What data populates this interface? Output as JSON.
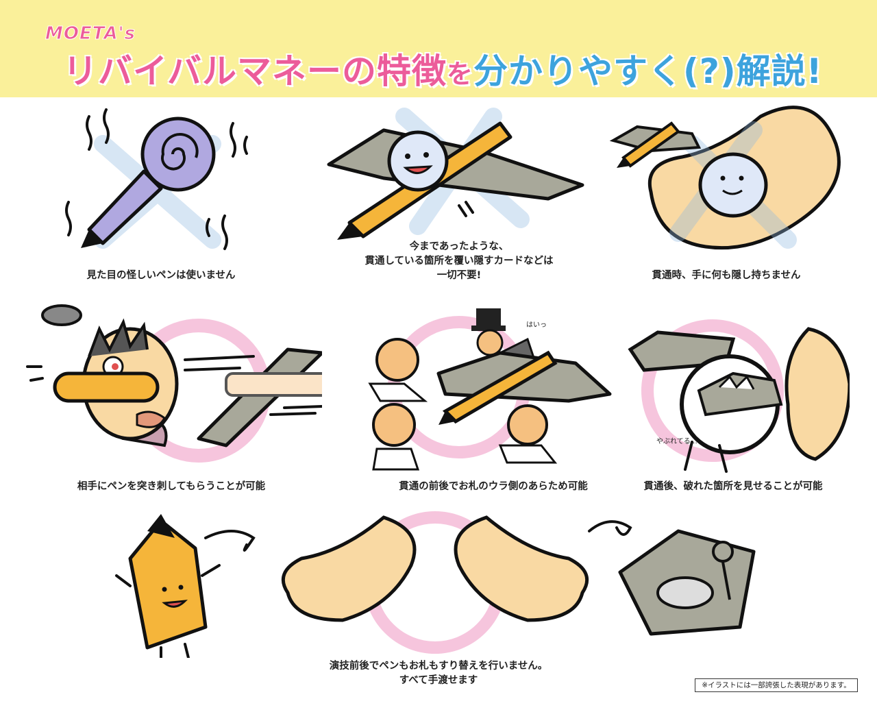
{
  "header": {
    "brand": "MOETA's",
    "title_part1": "リバイバルマネーの特徴",
    "title_part2": "を",
    "title_part3": "分かりやすく(?)",
    "title_part4": "解説!"
  },
  "panels": [
    {
      "caption": "見た目の怪しいペンは使いません"
    },
    {
      "caption_lines": [
        "今まであったような、",
        "貫通している箇所を覆い隠すカードなどは",
        "一切不要!"
      ]
    },
    {
      "caption": "貫通時、手に何も隠し持ちません"
    },
    {
      "caption": "相手にペンを突き刺してもらうことが可能"
    },
    {
      "caption": "貫通の前後でお札のウラ側のあらため可能",
      "annotation": "はいっ"
    },
    {
      "caption": "貫通後、破れた箇所を見せることが可能",
      "annotation": "やぶれてる…"
    },
    {
      "caption_lines": [
        "演技前後でペンもお札もすり替えを行いません。",
        "すべて手渡せます"
      ]
    }
  ],
  "footnote": "※イラストには一部誇張した表現があります。",
  "colors": {
    "header_bg": "#faf09a",
    "pink": "#ec5c9a",
    "blue": "#3da3dd",
    "pencil": "#f5b53a",
    "bill": "#a8a89a",
    "skin": "#f9d9a3"
  }
}
